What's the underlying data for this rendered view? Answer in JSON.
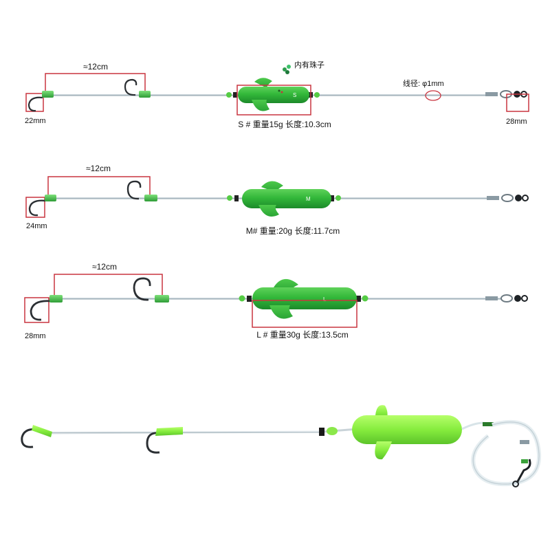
{
  "rigs": [
    {
      "id": "s",
      "size_letter": "S",
      "span_label": "≈12cm",
      "left_hook_label": "22mm",
      "right_hook_label": "28mm",
      "spec_label": "S # 重量15g 长度:10.3cm",
      "bead_note": "内有珠子",
      "line_note": "线径: φ1mm"
    },
    {
      "id": "m",
      "size_letter": "M",
      "span_label": "≈12cm",
      "left_hook_label": "24mm",
      "spec_label": "M#  重量:20g 长度:11.7cm"
    },
    {
      "id": "l",
      "size_letter": "L",
      "span_label": "≈12cm",
      "left_hook_label": "28mm",
      "spec_label": "L # 重量30g 长度:13.5cm"
    }
  ],
  "colors": {
    "float_green": "#3bbf3b",
    "float_green_dark": "#1f8f2a",
    "bright_green": "#7fe24a",
    "measure_red": "#c8343f",
    "line_gray": "#a9b6bd",
    "hook_dark": "#2b2f33"
  }
}
